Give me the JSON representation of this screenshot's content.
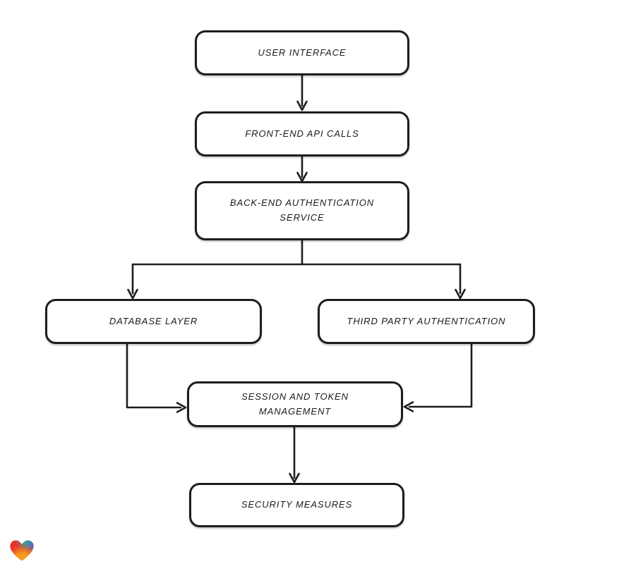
{
  "page": {
    "background": "#ffffff"
  },
  "diagram": {
    "type": "flowchart",
    "style": "hand-drawn-sketch",
    "stroke_color": "#1d1d1d",
    "node_fill": "#ffffff",
    "text_color": "#1b1b1b",
    "nodes": [
      {
        "id": "user-interface",
        "label": "USER INTERFACE"
      },
      {
        "id": "front-end-api-calls",
        "label": "FRONT-END API CALLS"
      },
      {
        "id": "back-end-authentication-service",
        "label": "BACK-END AUTHENTICATION\nSERVICE"
      },
      {
        "id": "database-layer",
        "label": "DATABASE LAYER"
      },
      {
        "id": "third-party-authentication",
        "label": "THIRD PARTY AUTHENTICATION"
      },
      {
        "id": "session-and-token-management",
        "label": "SESSION AND TOKEN\nMANAGEMENT"
      },
      {
        "id": "security-measures",
        "label": "SECURITY MEASURES"
      }
    ],
    "edges": [
      {
        "from": "user-interface",
        "to": "front-end-api-calls"
      },
      {
        "from": "front-end-api-calls",
        "to": "back-end-authentication-service"
      },
      {
        "from": "back-end-authentication-service",
        "to": "database-layer"
      },
      {
        "from": "back-end-authentication-service",
        "to": "third-party-authentication"
      },
      {
        "from": "database-layer",
        "to": "session-and-token-management"
      },
      {
        "from": "third-party-authentication",
        "to": "session-and-token-management"
      },
      {
        "from": "session-and-token-management",
        "to": "security-measures"
      }
    ]
  },
  "watermark": {
    "icon": "gradient-heart-logo",
    "colors": {
      "red": "#e8302c",
      "teal": "#1fb3a8",
      "blue": "#3e6be0",
      "orange": "#f59d1e"
    }
  }
}
